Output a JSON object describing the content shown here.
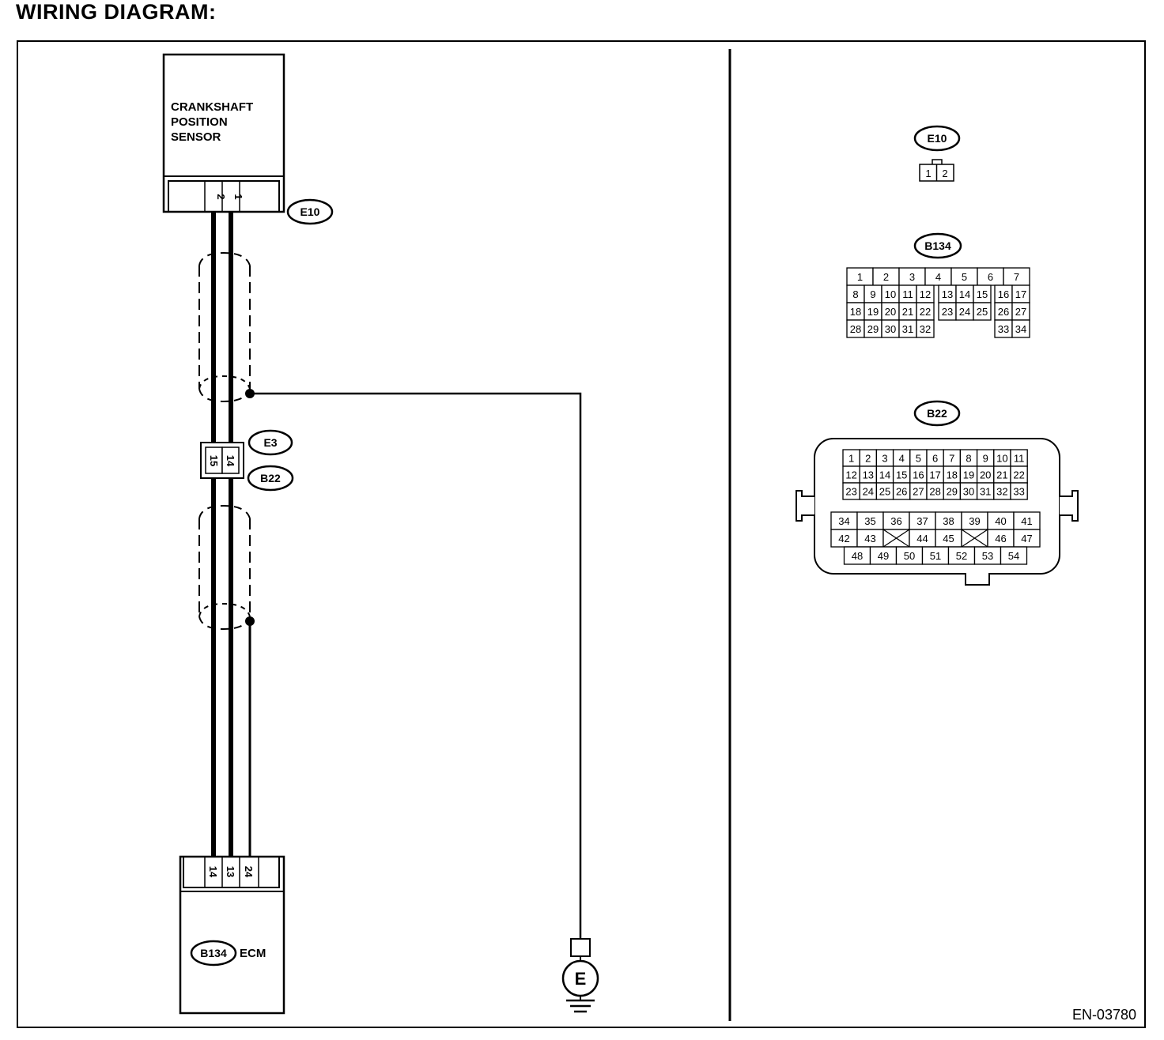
{
  "title": "WIRING DIAGRAM:",
  "sensor": {
    "line1": "CRANKSHAFT",
    "line2": "POSITION",
    "line3": "SENSOR",
    "connector": "E10",
    "pins": [
      "2",
      "1"
    ]
  },
  "joint": {
    "connector_top": "E3",
    "connector_bottom": "B22",
    "pins": [
      "15",
      "14"
    ]
  },
  "ecm": {
    "connector": "B134",
    "label": "ECM",
    "pins": [
      "14",
      "13",
      "24"
    ]
  },
  "ground": {
    "label": "E"
  },
  "views": {
    "e10": {
      "name": "E10",
      "pins": [
        "1",
        "2"
      ]
    },
    "b134": {
      "name": "B134",
      "top_row": [
        "1",
        "2",
        "3",
        "4",
        "5",
        "6",
        "7"
      ],
      "rows": [
        [
          "8",
          "9",
          "10",
          "11",
          "12",
          "13",
          "14",
          "15",
          "16",
          "17"
        ],
        [
          "18",
          "19",
          "20",
          "21",
          "22",
          "23",
          "24",
          "25",
          "26",
          "27"
        ],
        [
          "28",
          "29",
          "30",
          "31",
          "32",
          "",
          "",
          "",
          "33",
          "34"
        ]
      ]
    },
    "b22": {
      "name": "B22",
      "upper_rows": [
        [
          "1",
          "2",
          "3",
          "4",
          "5",
          "6",
          "7",
          "8",
          "9",
          "10",
          "11"
        ],
        [
          "12",
          "13",
          "14",
          "15",
          "16",
          "17",
          "18",
          "19",
          "20",
          "21",
          "22"
        ],
        [
          "23",
          "24",
          "25",
          "26",
          "27",
          "28",
          "29",
          "30",
          "31",
          "32",
          "33"
        ]
      ],
      "lower_rows": [
        [
          "34",
          "35",
          "36",
          "37",
          "38",
          "39",
          "40",
          "41"
        ],
        [
          "42",
          "43",
          "",
          "44",
          "45",
          "",
          "46",
          "47"
        ],
        [
          "48",
          "49",
          "50",
          "51",
          "52",
          "53",
          "54"
        ]
      ]
    }
  },
  "figure_code": "EN-03780"
}
